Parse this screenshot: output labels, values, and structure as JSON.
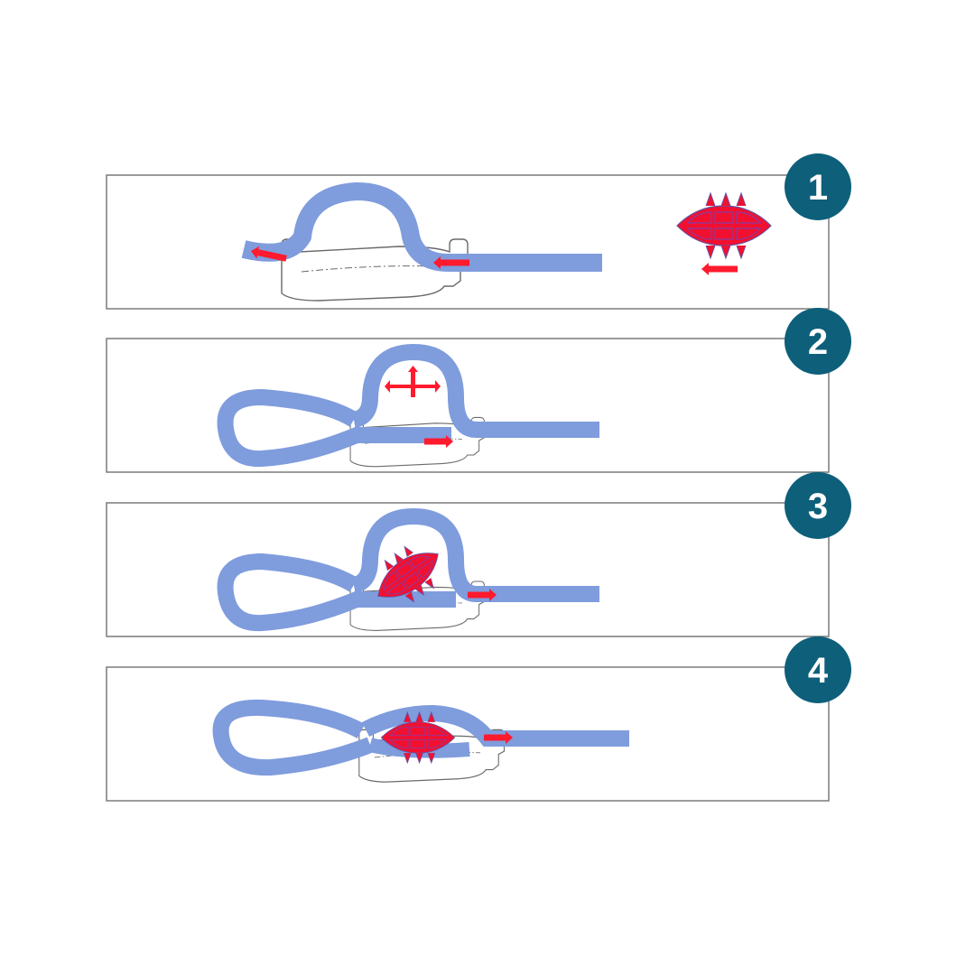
{
  "diagram": {
    "colors": {
      "background": "#ffffff",
      "panel_border": "#7a7a7a",
      "badge": "#0d5f7a",
      "badge_text": "#ffffff",
      "suture": "#7f9cdd",
      "arrow": "#ff1a2e",
      "tissue": "#f21030",
      "tissue_outline": "#6a4fa0",
      "device_outline": "#6a6a6a"
    },
    "steps": [
      {
        "number": "1",
        "description": "Suture pulled through device; tissue plug positioned with leftward arrow"
      },
      {
        "number": "2",
        "description": "Loop formed; suture raised with expansion cross arrow"
      },
      {
        "number": "3",
        "description": "Tissue plug inserted into raised loop; suture pulled right"
      },
      {
        "number": "4",
        "description": "Loop tightened capturing tissue plug in device; suture pulled right"
      }
    ]
  }
}
